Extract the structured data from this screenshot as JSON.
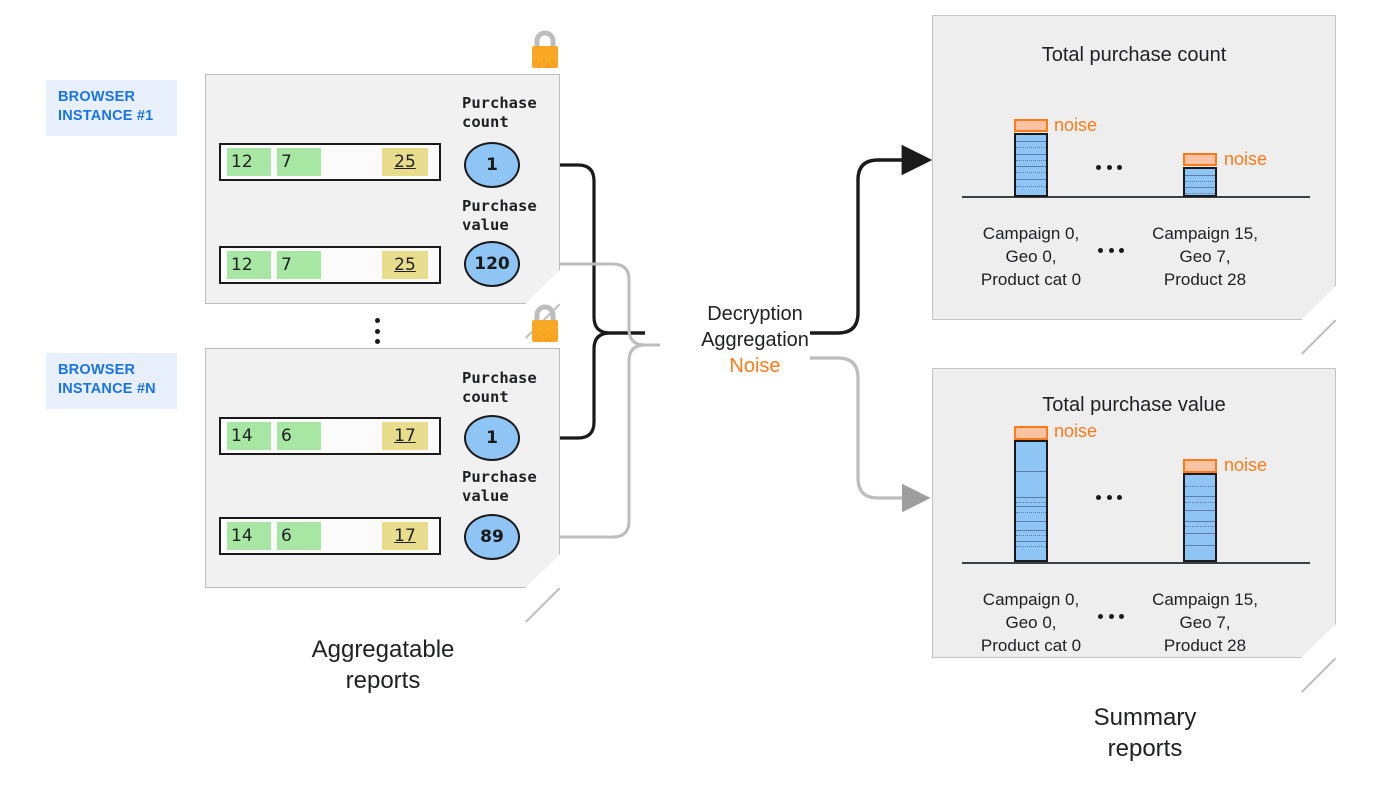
{
  "diagram": {
    "title": "Aggregatable reports to summary reports flow",
    "colors": {
      "accent_blue": "#1a73e8",
      "tag_bg": "#e8f0fe",
      "panel_bg": "#f1f1f1",
      "summary_bg": "#eeeeee",
      "bubble_blue": "#8ec5f5",
      "key_green": "#a8e6a3",
      "key_yellow": "#e8dd8c",
      "noise_orange": "#ff7a1a",
      "noise_fill": "#fbc3a3",
      "lock_body": "#f9a825",
      "lock_shackle": "#bdbdbd"
    }
  },
  "left": {
    "caption": {
      "line1": "Aggregatable",
      "line2": "reports"
    },
    "instances": [
      {
        "tag": {
          "line1": "BROWSER",
          "line2": "INSTANCE #1"
        },
        "lock_icon": "padlock-icon",
        "metrics": [
          {
            "label_line1": "Purchase",
            "label_line2": "count",
            "bubble_value": "1",
            "row_cells": [
              {
                "value": "12",
                "style": "green"
              },
              {
                "value": "7",
                "style": "green"
              },
              {
                "value": "25",
                "style": "yellow"
              }
            ]
          },
          {
            "label_line1": "Purchase",
            "label_line2": "value",
            "bubble_value": "120",
            "row_cells": [
              {
                "value": "12",
                "style": "green"
              },
              {
                "value": "7",
                "style": "green"
              },
              {
                "value": "25",
                "style": "yellow"
              }
            ]
          }
        ]
      },
      {
        "tag": {
          "line1": "BROWSER",
          "line2": "INSTANCE #N"
        },
        "lock_icon": "padlock-icon",
        "metrics": [
          {
            "label_line1": "Purchase",
            "label_line2": "count",
            "bubble_value": "1",
            "row_cells": [
              {
                "value": "14",
                "style": "green"
              },
              {
                "value": "6",
                "style": "green"
              },
              {
                "value": "17",
                "style": "yellow"
              }
            ]
          },
          {
            "label_line1": "Purchase",
            "label_line2": "value",
            "bubble_value": "89",
            "row_cells": [
              {
                "value": "14",
                "style": "green"
              },
              {
                "value": "6",
                "style": "green"
              },
              {
                "value": "17",
                "style": "yellow"
              }
            ]
          }
        ]
      }
    ],
    "ellipsis": "vertical-ellipsis"
  },
  "center": {
    "line1": "Decryption",
    "line2": "Aggregation",
    "line3": "Noise"
  },
  "right": {
    "caption": {
      "line1": "Summary",
      "line2": "reports"
    },
    "ellipsis_between_bars": "...",
    "ellipsis_between_labels": "..."
  },
  "chart_data": [
    {
      "type": "bar",
      "title": "Total purchase count",
      "categories": [
        "Campaign 0, Geo 0, Product cat 0",
        "Campaign 15, Geo 7, Product 28"
      ],
      "category_lines": [
        [
          "Campaign 0,",
          "Geo 0,",
          "Product cat 0"
        ],
        [
          "Campaign 15,",
          "Geo 7,",
          "Product 28"
        ]
      ],
      "values": [
        9,
        5
      ],
      "noise": [
        1,
        1
      ],
      "noise_label": "noise",
      "segments": [
        9,
        5
      ],
      "xlabel": "",
      "ylabel": "",
      "ylim": [
        0,
        11
      ],
      "grid": false,
      "legend": "none",
      "truncated_between_bars": true
    },
    {
      "type": "bar",
      "title": "Total purchase value",
      "categories": [
        "Campaign 0, Geo 0, Product cat 0",
        "Campaign 15, Geo 7, Product 28"
      ],
      "category_lines": [
        [
          "Campaign 0,",
          "Geo 0,",
          "Product cat 0"
        ],
        [
          "Campaign 15,",
          "Geo 7,",
          "Product 28"
        ]
      ],
      "values": [
        10,
        7
      ],
      "noise": [
        1,
        1
      ],
      "noise_label": "noise",
      "segment_fractions_bar1": [
        0.24,
        0.07,
        0.06,
        0.17,
        0.07,
        0.05,
        0.34
      ],
      "segment_fractions_bar2": [
        0.12,
        0.11,
        0.08,
        0.13,
        0.1,
        0.46
      ],
      "xlabel": "",
      "ylabel": "",
      "ylim": [
        0,
        12
      ],
      "grid": false,
      "legend": "none",
      "truncated_between_bars": true
    }
  ]
}
